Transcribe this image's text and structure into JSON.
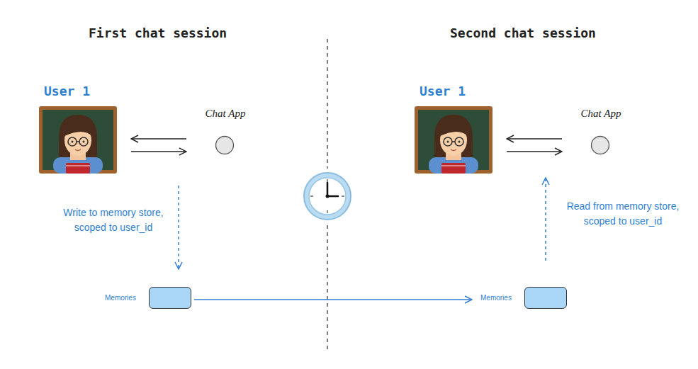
{
  "diagram": {
    "nodes": [
      {
        "text": [
          "User 1"
        ]
      },
      {
        "text": [
          "Chat App"
        ]
      },
      {
        "text": [
          "Memories"
        ]
      },
      {
        "text": [
          "User 1"
        ]
      },
      {
        "text": [
          "Chat App"
        ]
      },
      {
        "text": [
          "Memories"
        ]
      }
    ],
    "edges": [
      {
        "from": 1,
        "to": 0,
        "arrow": "to"
      },
      {
        "from": 0,
        "to": 1,
        "arrow": "to"
      },
      {
        "from": 0,
        "to": 2,
        "arrow": "to",
        "label": "Write to memory store, scoped to user_id"
      },
      {
        "from": 2,
        "to": 5,
        "arrow": "to"
      },
      {
        "from": 4,
        "to": 3,
        "arrow": "to"
      },
      {
        "from": 3,
        "to": 4,
        "arrow": "to"
      },
      {
        "from": 5,
        "to": 4,
        "arrow": "to",
        "label": "Read from memory store, scoped to user_id"
      }
    ],
    "labels": [
      "First chat session",
      "Second chat session"
    ]
  }
}
